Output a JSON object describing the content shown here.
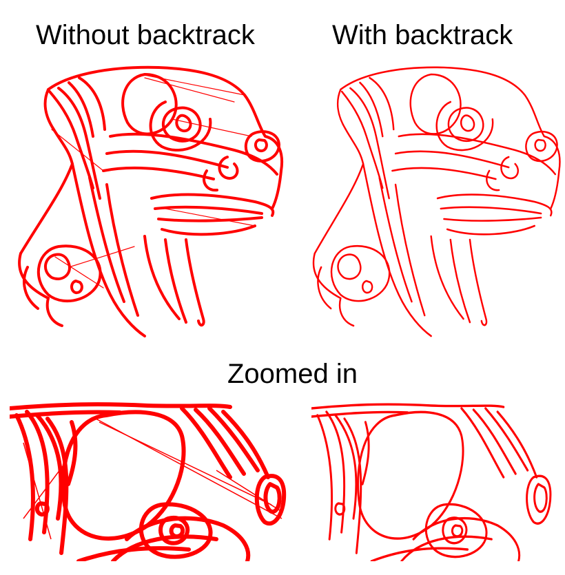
{
  "labels": {
    "without": "Without backtrack",
    "with": "With backtrack",
    "zoomed": "Zoomed in"
  },
  "colors": {
    "stroke": "#ff0000",
    "background": "#ffffff",
    "text": "#000000"
  }
}
